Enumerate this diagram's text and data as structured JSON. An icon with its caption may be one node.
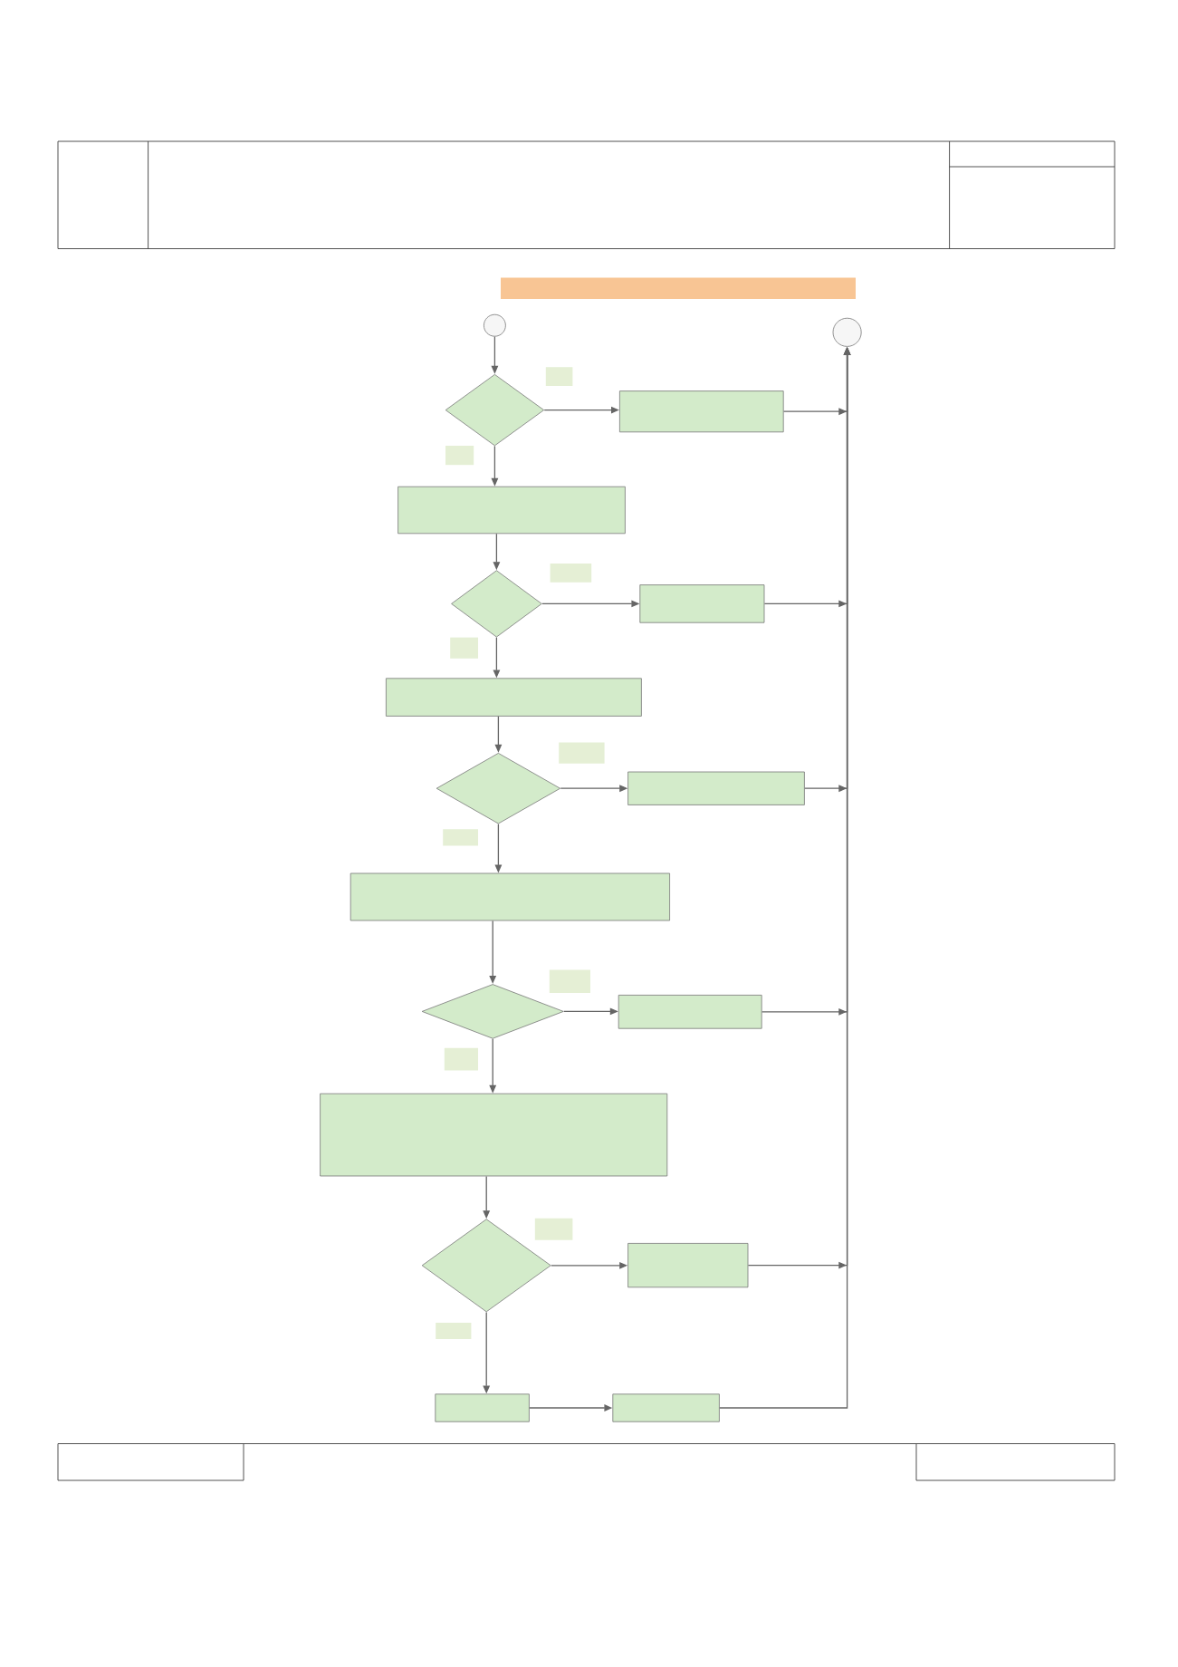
{
  "diagram": {
    "nodes": [
      {
        "text": [],
        "shape": "bar"
      },
      {
        "text": [],
        "shape": "circle"
      },
      {
        "text": [],
        "shape": "diamond"
      },
      {
        "text": [],
        "shape": "box"
      },
      {
        "text": [],
        "shape": "box"
      },
      {
        "text": [],
        "shape": "diamond"
      },
      {
        "text": [],
        "shape": "box"
      },
      {
        "text": [],
        "shape": "box"
      },
      {
        "text": [],
        "shape": "diamond"
      },
      {
        "text": [],
        "shape": "box"
      },
      {
        "text": [],
        "shape": "box"
      },
      {
        "text": [],
        "shape": "diamond"
      },
      {
        "text": [],
        "shape": "box"
      },
      {
        "text": [],
        "shape": "box"
      },
      {
        "text": [],
        "shape": "diamond"
      },
      {
        "text": [],
        "shape": "box"
      },
      {
        "text": [],
        "shape": "box"
      },
      {
        "text": [],
        "shape": "box"
      },
      {
        "text": [],
        "shape": "circle"
      }
    ],
    "edges": [
      {
        "from": 1,
        "to": 2,
        "arrow": "to"
      },
      {
        "from": 2,
        "to": 3,
        "arrow": "to"
      },
      {
        "from": 2,
        "to": 4,
        "arrow": "to"
      },
      {
        "from": 4,
        "to": 5,
        "arrow": "to"
      },
      {
        "from": 5,
        "to": 6,
        "arrow": "to"
      },
      {
        "from": 5,
        "to": 7,
        "arrow": "to"
      },
      {
        "from": 7,
        "to": 8,
        "arrow": "to"
      },
      {
        "from": 8,
        "to": 9,
        "arrow": "to"
      },
      {
        "from": 8,
        "to": 10,
        "arrow": "to"
      },
      {
        "from": 10,
        "to": 11,
        "arrow": "to"
      },
      {
        "from": 11,
        "to": 12,
        "arrow": "to"
      },
      {
        "from": 11,
        "to": 13,
        "arrow": "to"
      },
      {
        "from": 13,
        "to": 14,
        "arrow": "to"
      },
      {
        "from": 14,
        "to": 15,
        "arrow": "to"
      },
      {
        "from": 14,
        "to": 16,
        "arrow": "to"
      },
      {
        "from": 16,
        "to": 17,
        "arrow": "to"
      },
      {
        "from": 3,
        "to": 18,
        "arrow": "to"
      },
      {
        "from": 6,
        "to": 18,
        "arrow": "to"
      },
      {
        "from": 9,
        "to": 18,
        "arrow": "to"
      },
      {
        "from": 12,
        "to": 18,
        "arrow": "to"
      },
      {
        "from": 15,
        "to": 18,
        "arrow": "to"
      },
      {
        "from": 17,
        "to": 18,
        "arrow": "to"
      }
    ]
  }
}
